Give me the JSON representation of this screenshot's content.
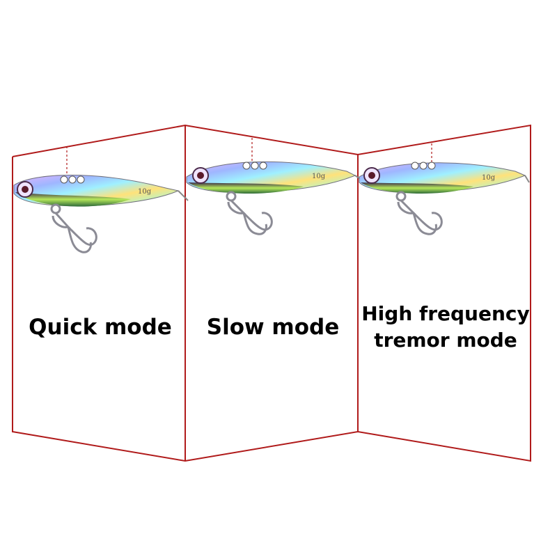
{
  "panels": [
    {
      "id": "quick",
      "mode_label": "Quick mode",
      "weight_label": "10g"
    },
    {
      "id": "slow",
      "mode_label": "Slow mode",
      "weight_label": "10g"
    },
    {
      "id": "high-frequency",
      "mode_label": "High frequency tremor mode",
      "weight_label": "10g"
    }
  ],
  "colors": {
    "frame_line": "#b01a1a",
    "label_text": "#000000",
    "background": "#ffffff"
  },
  "icons": [
    "fishing-lure-icon",
    "treble-hook-icon"
  ]
}
